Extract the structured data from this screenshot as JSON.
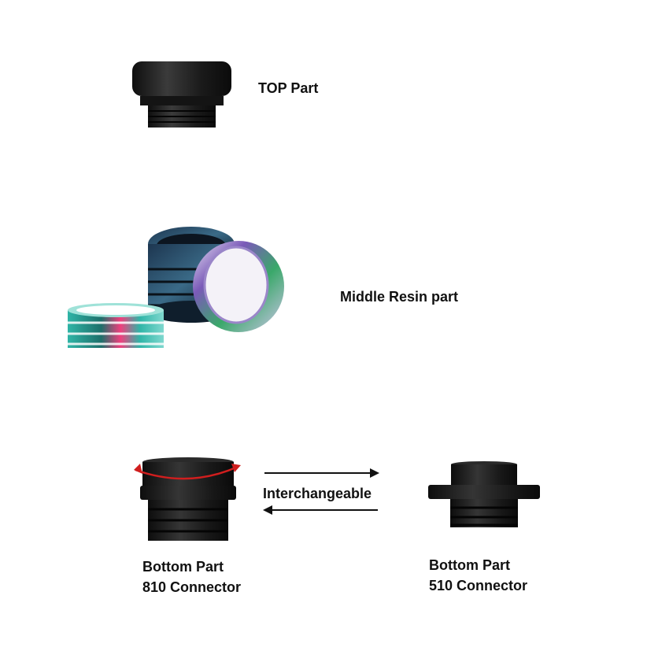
{
  "labels": {
    "top": "TOP Part",
    "middle": "Middle Resin part",
    "interchange": "Interchangeable",
    "bottom_810_line1": "Bottom Part",
    "bottom_810_line2": "810 Connector",
    "bottom_510_line1": "Bottom Part",
    "bottom_510_line2": "510 Connector"
  },
  "colors": {
    "part_black": "#1c1c1c",
    "highlight": "#3a3a3a",
    "rotation_arrow": "#d01e1e",
    "resin_teal": "#2fb5a7",
    "resin_pink": "#ef3f7d",
    "resin_purple": "#7a5ab8",
    "resin_navy": "#1d3650"
  }
}
